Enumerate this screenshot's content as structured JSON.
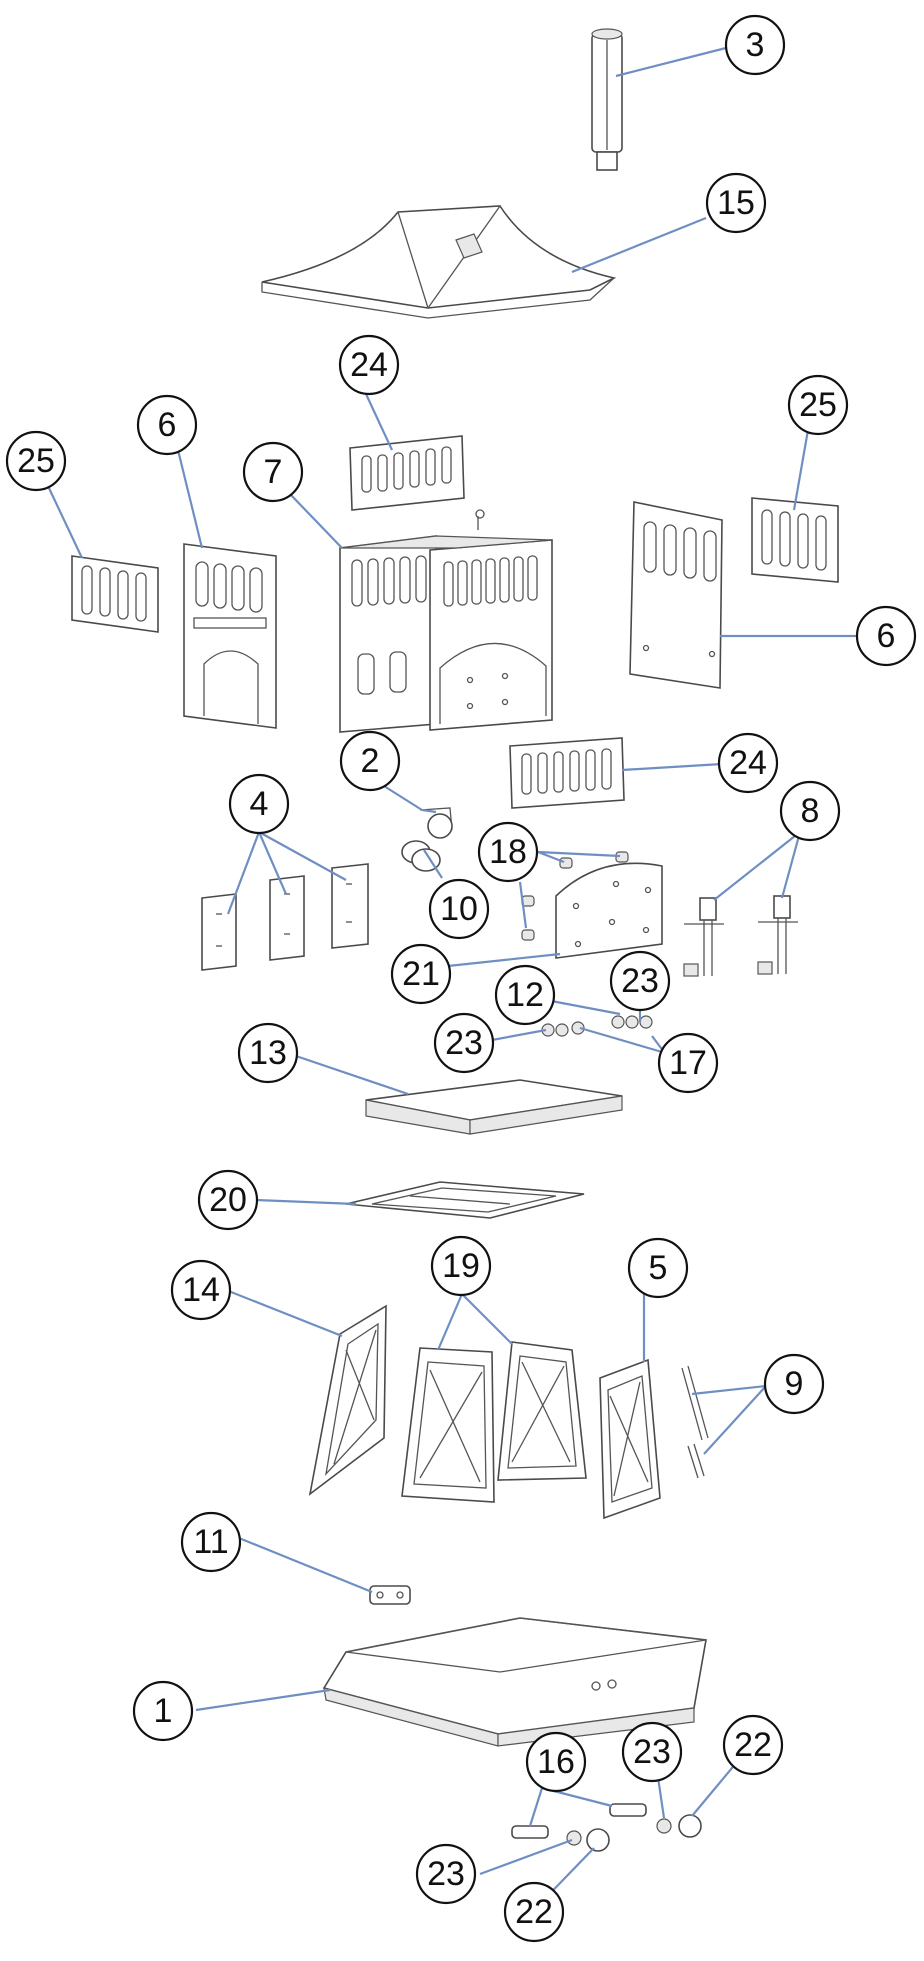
{
  "colors": {
    "leader_line": "#6f8fc3",
    "part_outline": "#4a4a4a",
    "callout_outline": "#111111",
    "background": "#ffffff"
  },
  "callouts": [
    {
      "id": "c3",
      "label": "3",
      "part": "chimney-pipe"
    },
    {
      "id": "c15",
      "label": "15",
      "part": "roof-hood"
    },
    {
      "id": "c24a",
      "label": "24",
      "part": "upper-grate-panel"
    },
    {
      "id": "c25a",
      "label": "25",
      "part": "left-screen-panel"
    },
    {
      "id": "c6a",
      "label": "6",
      "part": "left-side-panel"
    },
    {
      "id": "c7",
      "label": "7",
      "part": "firebox-body"
    },
    {
      "id": "c25b",
      "label": "25",
      "part": "right-screen-panel"
    },
    {
      "id": "c6b",
      "label": "6",
      "part": "right-side-panel"
    },
    {
      "id": "c2",
      "label": "2",
      "part": "handle-knob"
    },
    {
      "id": "c24b",
      "label": "24",
      "part": "middle-grate-panel"
    },
    {
      "id": "c4",
      "label": "4",
      "part": "small-plates"
    },
    {
      "id": "c8",
      "label": "8",
      "part": "hinge-brackets"
    },
    {
      "id": "c18",
      "label": "18",
      "part": "bolts"
    },
    {
      "id": "c10",
      "label": "10",
      "part": "washers"
    },
    {
      "id": "c21",
      "label": "21",
      "part": "door-plate"
    },
    {
      "id": "c12",
      "label": "12",
      "part": "screws"
    },
    {
      "id": "c23a",
      "label": "23",
      "part": "nut-right"
    },
    {
      "id": "c23b",
      "label": "23",
      "part": "nut-left"
    },
    {
      "id": "c17",
      "label": "17",
      "part": "small-screws"
    },
    {
      "id": "c13",
      "label": "13",
      "part": "fire-tray"
    },
    {
      "id": "c20",
      "label": "20",
      "part": "grate-frame"
    },
    {
      "id": "c14",
      "label": "14",
      "part": "left-leg-panel"
    },
    {
      "id": "c19",
      "label": "19",
      "part": "front-leg-panels"
    },
    {
      "id": "c5",
      "label": "5",
      "part": "right-leg-panel"
    },
    {
      "id": "c9",
      "label": "9",
      "part": "rails"
    },
    {
      "id": "c11",
      "label": "11",
      "part": "connector"
    },
    {
      "id": "c1",
      "label": "1",
      "part": "base"
    },
    {
      "id": "c16",
      "label": "16",
      "part": "feet-bolts"
    },
    {
      "id": "c23c",
      "label": "23",
      "part": "foot-nut-right"
    },
    {
      "id": "c22a",
      "label": "22",
      "part": "foot-cap-right"
    },
    {
      "id": "c23d",
      "label": "23",
      "part": "foot-nut-left"
    },
    {
      "id": "c22b",
      "label": "22",
      "part": "foot-cap-left"
    }
  ]
}
